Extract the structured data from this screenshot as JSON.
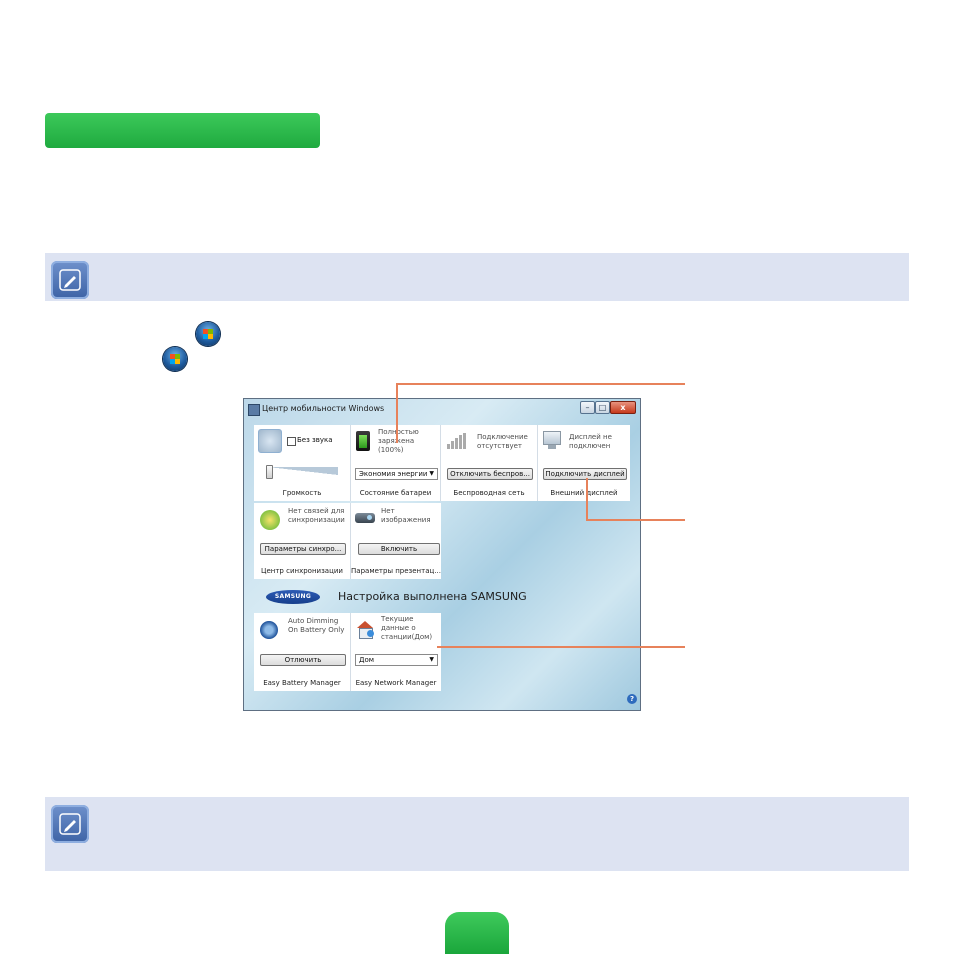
{
  "window": {
    "title": "Центр мобильности Windows",
    "controls": {
      "minimize": "–",
      "maximize": "□",
      "close": "x"
    }
  },
  "tiles": {
    "volume": {
      "checkbox_label": "Без звука",
      "muted": false,
      "level": 0.0,
      "title": "Громкость"
    },
    "battery": {
      "status": "Полностью заряжена (100%)",
      "plan_selected": "Экономия энергии",
      "title": "Состояние батареи"
    },
    "wireless": {
      "status": "Подключение отсутствует",
      "button": "Отключить беспров...",
      "title": "Беспроводная сеть"
    },
    "display": {
      "status": "Дисплей не подключен",
      "button": "Подключить дисплей",
      "title": "Внешний дисплей"
    },
    "sync": {
      "status": "Нет связей для синхронизации",
      "button": "Параметры синхро...",
      "title": "Центр синхронизации"
    },
    "presentation": {
      "status": "Нет изображения",
      "button": "Включить",
      "title": "Параметры презентац..."
    },
    "battery_manager": {
      "status": "Auto Dimming On Battery Only",
      "button": "Отлючить",
      "title": "Easy Battery Manager"
    },
    "network_manager": {
      "status": "Текущие данные о станции(Дом)",
      "selected": "Дом",
      "title": "Easy Network Manager"
    }
  },
  "samsung": {
    "logo_text": "SAMSUNG",
    "caption": "Настройка выполнена SAMSUNG"
  },
  "help": {
    "label": "?"
  },
  "colors": {
    "accent_green": "#2bb84b",
    "note_bar": "#dde3f2",
    "callout": "#e7825b"
  }
}
